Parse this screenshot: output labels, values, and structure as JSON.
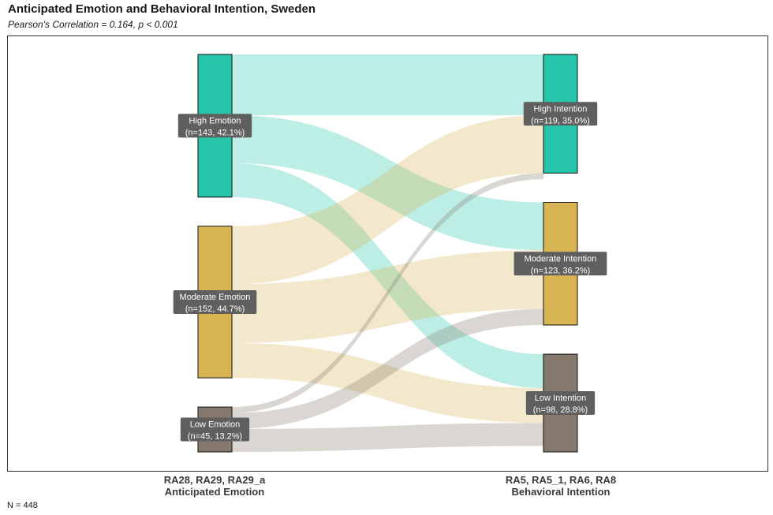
{
  "title": "Anticipated Emotion and Behavioral Intention, Sweden",
  "subtitle": "Pearson's Correlation = 0.164, p < 0.001",
  "caption": "N = 448",
  "chart_data": {
    "type": "sankey",
    "axes": [
      {
        "vars": "RA28, RA29, RA29_a",
        "name": "Anticipated Emotion"
      },
      {
        "vars": "RA5, RA5_1, RA6, RA8",
        "name": "Behavioral Intention"
      }
    ],
    "left_nodes": [
      {
        "id": "high",
        "label": "High Emotion",
        "count_label": "(n=143, 42.1%)",
        "n": 143,
        "color": "#26c6aa"
      },
      {
        "id": "moderate",
        "label": "Moderate Emotion",
        "count_label": "(n=152, 44.7%)",
        "n": 152,
        "color": "#d8b453"
      },
      {
        "id": "low",
        "label": "Low Emotion",
        "count_label": "(n=45, 13.2%)",
        "n": 45,
        "color": "#85796d"
      }
    ],
    "right_nodes": [
      {
        "id": "high",
        "label": "High Intention",
        "count_label": "(n=119, 35.0%)",
        "n": 119,
        "color": "#26c6aa"
      },
      {
        "id": "moderate",
        "label": "Moderate Intention",
        "count_label": "(n=123, 36.2%)",
        "n": 123,
        "color": "#d8b453"
      },
      {
        "id": "low",
        "label": "Low Intention",
        "count_label": "(n=98, 28.8%)",
        "n": 98,
        "color": "#85796d"
      }
    ],
    "flows": [
      {
        "from": "high",
        "to": "high",
        "value": 61
      },
      {
        "from": "high",
        "to": "moderate",
        "value": 48
      },
      {
        "from": "high",
        "to": "low",
        "value": 34
      },
      {
        "from": "moderate",
        "to": "high",
        "value": 58
      },
      {
        "from": "moderate",
        "to": "moderate",
        "value": 59
      },
      {
        "from": "moderate",
        "to": "low",
        "value": 35
      },
      {
        "from": "low",
        "to": "high",
        "value": 6
      },
      {
        "from": "low",
        "to": "moderate",
        "value": 16
      },
      {
        "from": "low",
        "to": "low",
        "value": 23
      }
    ]
  }
}
